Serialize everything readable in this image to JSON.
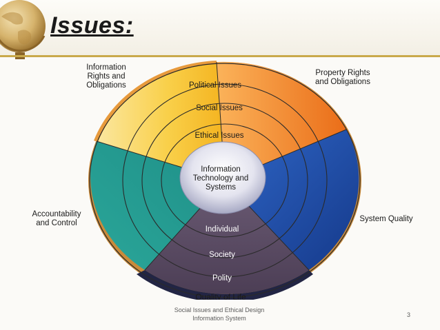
{
  "slide": {
    "title": "Issues:",
    "footer": {
      "line1": "Social Issues and Ethical Design",
      "line2": "Information System",
      "page_number": "3"
    }
  },
  "diagram": {
    "center_lines": [
      "Information",
      "Technology and",
      "Systems"
    ],
    "ring_labels_top": [
      "Political Issues",
      "Social Issues",
      "Ethical Issues"
    ],
    "ring_labels_bottom": [
      "Individual",
      "Society",
      "Polity"
    ],
    "bottom_label": "Quality of Life",
    "outer_labels": {
      "information_rights": [
        "Information",
        "Rights and",
        "Obligations"
      ],
      "property_rights": [
        "Property Rights",
        "and Obligations"
      ],
      "accountability": [
        "Accountability",
        "and Control"
      ],
      "system_quality": "System Quality"
    },
    "colors": {
      "yellow": "#f7c531",
      "orange": "#f4861f",
      "blue": "#1d4fae",
      "teal": "#1f9a8f",
      "purple": "#5f4e68",
      "navy": "#222544"
    }
  }
}
